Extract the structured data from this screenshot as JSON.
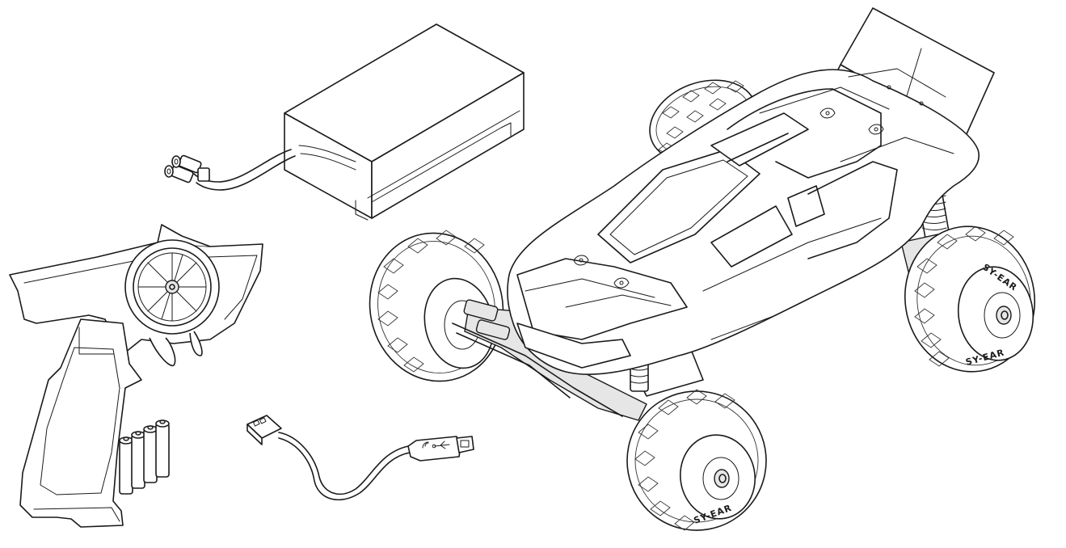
{
  "tire_brand": {
    "front_left": "SY-EAR",
    "rear_right": "SY-EAR",
    "rear_right_top": "SY-EAR"
  },
  "colors": {
    "line": "#1a1a1a",
    "background": "#ffffff",
    "shade": "#e6e6e6"
  },
  "icons": {
    "usb_logo": "usb-icon",
    "wifi_logo": "signal-icon"
  }
}
